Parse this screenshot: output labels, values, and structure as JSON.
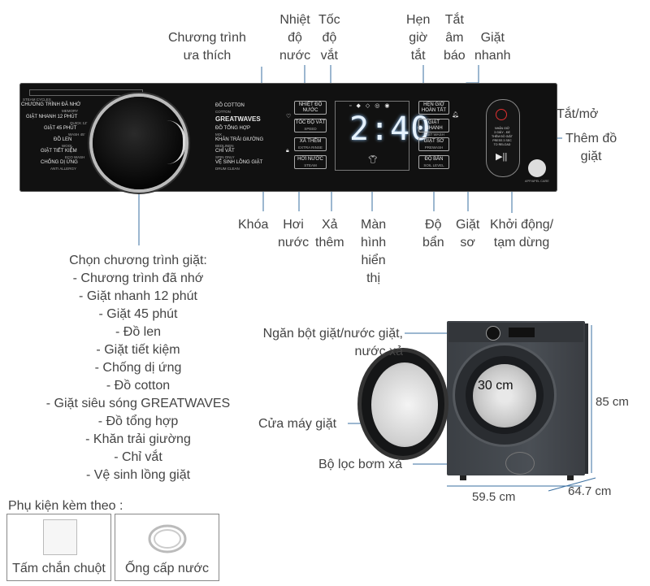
{
  "callouts": {
    "favorite": [
      "Chương trình",
      "ưa thích"
    ],
    "temp": [
      "Nhiệt",
      "độ",
      "nước"
    ],
    "speed": [
      "Tốc",
      "độ",
      "vắt"
    ],
    "timer": [
      "Hẹn",
      "giờ",
      "tắt"
    ],
    "mute": [
      "Tắt",
      "âm",
      "báo"
    ],
    "quick": [
      "Giặt",
      "nhanh"
    ],
    "power": "Tắt/mở",
    "add": [
      "Thêm đồ",
      "giặt"
    ],
    "lock": "Khóa",
    "steam": [
      "Hơi",
      "nước"
    ],
    "rinse": [
      "Xả",
      "thêm"
    ],
    "display": [
      "Màn",
      "hình",
      "hiển",
      "thị"
    ],
    "soil": [
      "Độ",
      "bẩn"
    ],
    "dry": [
      "Giặt",
      "sơ"
    ],
    "start": [
      "Khởi động/",
      "tạm dừng"
    ]
  },
  "programs": {
    "title": "Chọn chương trình giặt:",
    "items": [
      "- Chương trình đã nhớ",
      "- Giặt nhanh 12 phút",
      "- Giặt 45 phút",
      "- Đồ len",
      "- Giặt tiết kiệm",
      "- Chống dị ứng",
      "- Đồ cotton",
      "- Giặt siêu sóng GREATWAVES",
      "- Đồ tổng hợp",
      "- Khăn trải giường",
      "- Chỉ vắt",
      "- Vệ sinh lồng giặt"
    ]
  },
  "washer_labels": {
    "detergent": [
      "Ngăn bột giặt/nước giặt,",
      "nước xả"
    ],
    "door": "Cửa máy giặt",
    "filter": "Bộ lọc bơm xả"
  },
  "dimensions": {
    "height": "85 cm",
    "width": "59.5 cm",
    "depth": "64.7 cm",
    "door": "30 cm"
  },
  "accessories": {
    "title": "Phụ kiện kèm theo :",
    "items": [
      "Tấm chắn chuột",
      "Ống cấp nước"
    ]
  },
  "panel": {
    "display": "2:40",
    "left_items": [
      "STEAM CYCLES",
      "CHƯƠNG TRÌNH ĐÃ NHỚ",
      "MEMORY",
      "GIẶT NHANH 12 PHÚT",
      "QUICK 12'",
      "GIẶT 45 PHÚT",
      "WASH 45'",
      "ĐỒ LEN",
      "WOOL",
      "GIẶT TIẾT KIỆM",
      "ECO WASH",
      "CHỐNG DỊ ỨNG",
      "ANTI ALLERGY"
    ],
    "right_items": [
      "ĐỒ COTTON",
      "COTTON",
      "GREATWAVES",
      "ĐỒ TỔNG HỢP",
      "MIX",
      "KHĂN TRẢI GIƯỜNG",
      "BEDLINEN",
      "CHỈ VẮT",
      "SPIN ONLY",
      "VỆ SINH LỒNG GIẶT",
      "DRUM CLEAN"
    ],
    "buttons": {
      "temp": "NHIỆT ĐỘ NƯỚC",
      "speed": "TỐC ĐỘ VẮT",
      "speed_en": "SPEED",
      "rinse": "XẢ THÊM",
      "rinse_en": "EXTRA RINSE",
      "steam": "HƠI NƯỚC",
      "steam_en": "STEAM",
      "timer": "HẸN GIỜ HOÀN TẤT",
      "quick": "GIẶT NHANH",
      "quick_en": "FAST WASH",
      "dry": "GIẶT SƠ",
      "dry_en": "PREWASH",
      "soil": "ĐỘ BẨN",
      "soil_en": "SOIL LEVEL"
    },
    "start_note": [
      "NHẤN GIỮ",
      "3 GIÂY - ĐỂ",
      "THÊM ĐỒ GIẶT",
      "PRESS 3 SEC",
      "TO RELOAD"
    ],
    "appcare": "APP/APEL CARE"
  },
  "colors": {
    "panel": "#111111",
    "washer": "#43474c",
    "text": "#444444",
    "line": "#3a6fa0",
    "power_ring": "#e03030"
  }
}
